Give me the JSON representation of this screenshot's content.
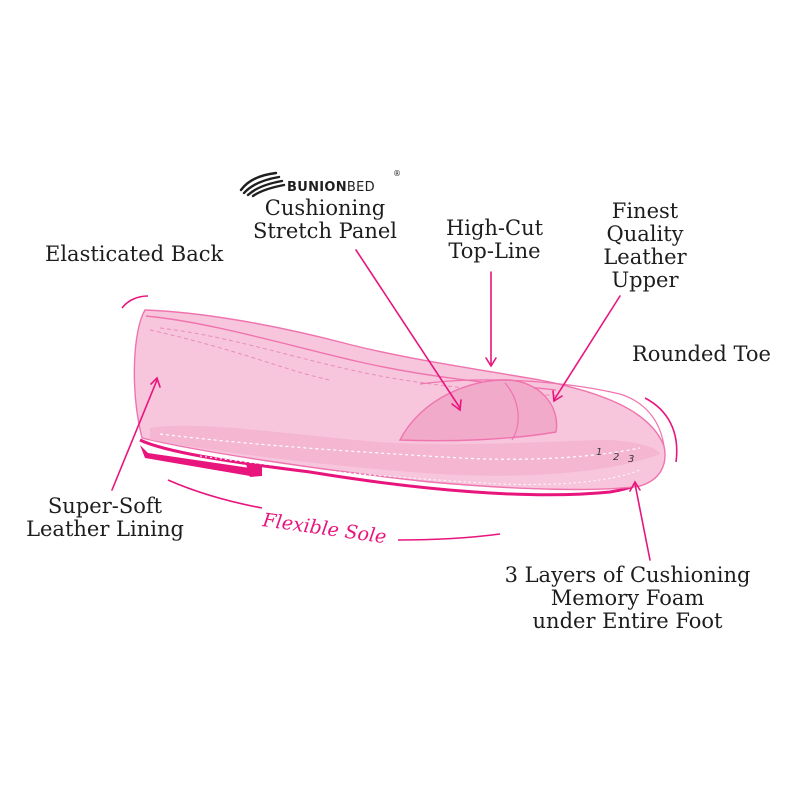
{
  "brand": {
    "name_bold": "BUNION",
    "name_light": "BED",
    "registered": "®"
  },
  "labels": {
    "cushioning_panel": [
      "Cushioning",
      "Stretch Panel"
    ],
    "high_cut": [
      "High-Cut",
      "Top-Line"
    ],
    "leather_upper": [
      "Finest",
      "Quality",
      "Leather",
      "Upper"
    ],
    "elasticated_back": [
      "Elasticated Back"
    ],
    "rounded_toe": [
      "Rounded Toe"
    ],
    "lining": [
      "Super-Soft",
      "Leather Lining"
    ],
    "foam": [
      "3 Layers of Cushioning",
      "Memory Foam",
      "under Entire Foot"
    ]
  },
  "flexible_sole": "Flexible Sole",
  "layer_numbers": [
    "1",
    "2",
    "3"
  ],
  "colors": {
    "accent": "#e8157d",
    "shoe_fill": "#f7c6dd",
    "shoe_light": "#fbdbe9",
    "text": "#1d1d1d"
  }
}
